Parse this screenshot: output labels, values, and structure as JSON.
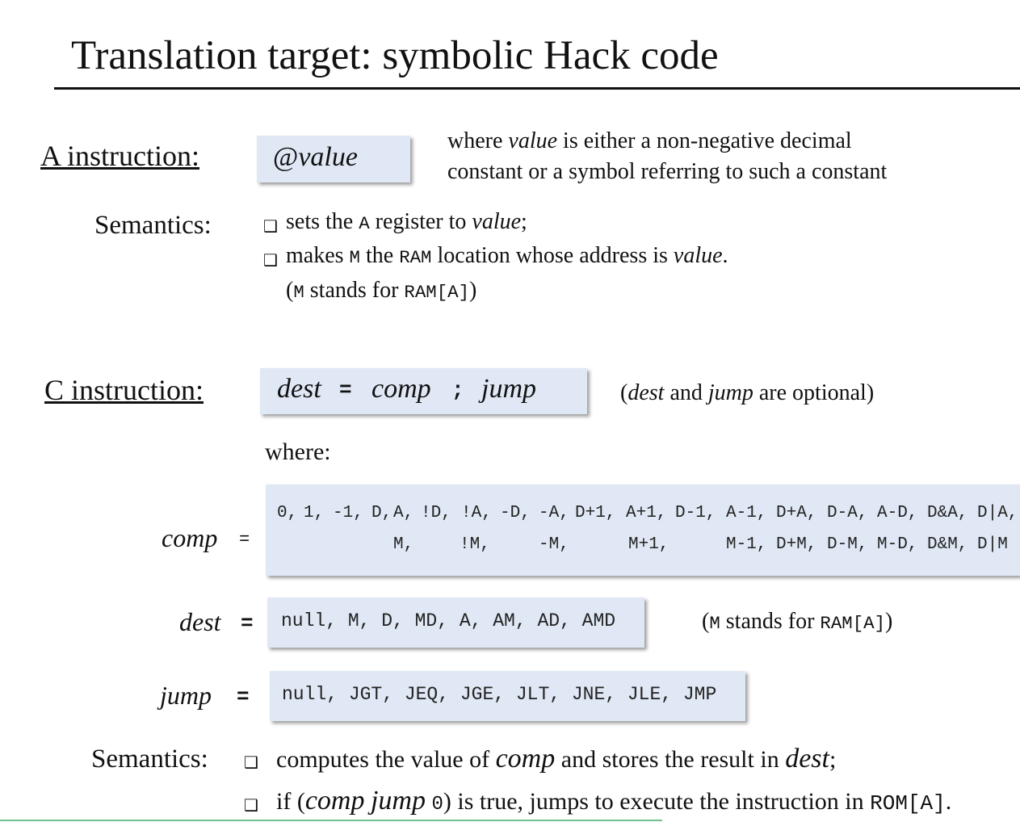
{
  "title": "Translation target: symbolic Hack code",
  "a_section": {
    "heading": "A instruction:",
    "syntax_at": "@",
    "syntax_value": "value",
    "desc_l1_a": "where ",
    "desc_l1_value": "value",
    "desc_l1_b": " is either a non-negative decimal",
    "desc_l2": "constant or a symbol referring to such a constant",
    "semantics_label": "Semantics:",
    "b1_a": "sets the ",
    "b1_code": "A",
    "b1_b": " register to ",
    "b1_value": "value",
    "b1_c": ";",
    "b2_a": "makes ",
    "b2_code1": "M",
    "b2_b": " the ",
    "b2_code2": "RAM",
    "b2_c": " location whose address is ",
    "b2_value": "value",
    "b2_d": ".",
    "note_open": "(",
    "note_m": "M",
    "note_mid": " stands for ",
    "note_ram": "RAM[A]",
    "note_close": ")"
  },
  "c_section": {
    "heading": "C instruction:",
    "syntax_dest": "dest",
    "syntax_eq": "=",
    "syntax_comp": "comp",
    "syntax_semi": ";",
    "syntax_jump": "jump",
    "optional_open": "(",
    "optional_dest": "dest",
    "optional_and": " and ",
    "optional_jump": "jump",
    "optional_rest": " are optional)",
    "where_label": "where:",
    "comp_label": "comp",
    "comp_eq": "=",
    "comp_row1": [
      {
        "text": "0,"
      },
      {
        "text": "1,"
      },
      {
        "text": "-1,"
      },
      {
        "text": "D,"
      },
      {
        "text": "A,"
      },
      {
        "text": "!D,"
      },
      {
        "text": "!A,"
      },
      {
        "text": "-D,"
      },
      {
        "text": "-A,"
      },
      {
        "text": "D+1,"
      },
      {
        "text": "A+1,"
      },
      {
        "text": "D-1,"
      },
      {
        "text": "A-1,"
      },
      {
        "text": "D+A,"
      },
      {
        "text": "D-A,"
      },
      {
        "text": "A-D,"
      },
      {
        "text": "D&A,"
      },
      {
        "text": "D|A,"
      }
    ],
    "comp_row2": [
      {
        "text": "M,"
      },
      {
        "text": "!M,"
      },
      {
        "text": "-M,"
      },
      {
        "text": "M+1,"
      },
      {
        "text": "M-1,"
      },
      {
        "text": "D+M,"
      },
      {
        "text": "D-M,"
      },
      {
        "text": "M-D,"
      },
      {
        "text": "D&M,"
      },
      {
        "text": "D|M"
      }
    ],
    "dest_label": "dest",
    "dest_eq": "=",
    "dest_values": "null, M, D, MD, A, AM, AD, AMD",
    "dest_note_open": "(",
    "dest_note_m": "M",
    "dest_note_mid": " stands for ",
    "dest_note_ram": "RAM[A]",
    "dest_note_close": ")",
    "jump_label": "jump",
    "jump_eq": "=",
    "jump_values": "null, JGT, JEQ, JGE, JLT, JNE, JLE, JMP",
    "semantics_label": "Semantics:",
    "s1_a": "computes  the value of ",
    "s1_comp": "comp",
    "s1_b": " and stores the result in ",
    "s1_dest": "dest",
    "s1_c": ";",
    "s2_a": "if (",
    "s2_comp": "comp",
    "s2_sp": " ",
    "s2_jump": "jump",
    "s2_sp2": " ",
    "s2_zero": "0",
    "s2_b": ") is true, jumps to execute the instruction in ",
    "s2_rom": "ROM[A]",
    "s2_c": "."
  },
  "icons": {
    "bullet": "hollow-square-bullet"
  },
  "colors": {
    "box_fill": "#dfe8f4",
    "accent_line": "#6fbf8f"
  }
}
